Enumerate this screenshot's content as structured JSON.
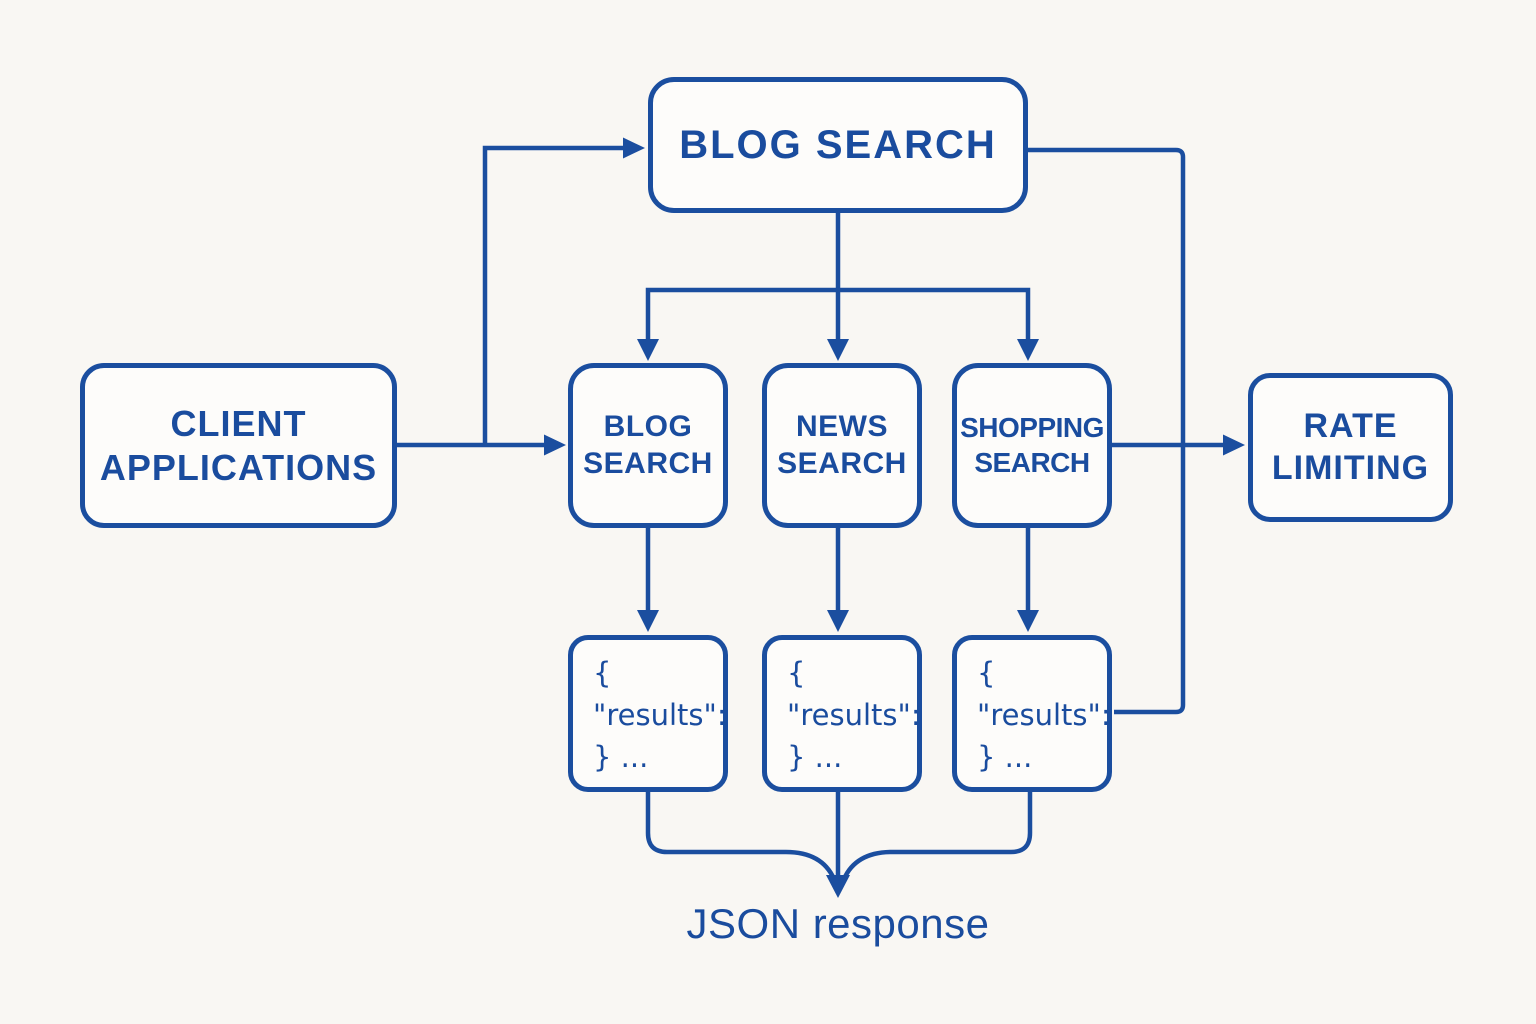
{
  "nodes": {
    "top_blog_search": {
      "label": "BLOG SEARCH"
    },
    "client_applications": {
      "line1": "CLIENT",
      "line2": "APPLICATIONS"
    },
    "blog_search": {
      "line1": "BLOG",
      "line2": "SEARCH"
    },
    "news_search": {
      "line1": "NEWS",
      "line2": "SEARCH"
    },
    "shopping_search": {
      "line1": "SHOPPING",
      "line2": "SEARCH"
    },
    "rate_limiting": {
      "line1": "RATE",
      "line2": "LIMITING"
    },
    "result_blog": {
      "line1": "{",
      "line2": "\"results\":",
      "line3": "} ..."
    },
    "result_news": {
      "line1": "{",
      "line2": "\"results\":",
      "line3": "} ..."
    },
    "result_shopping": {
      "line1": "{",
      "line2": "\"results\":",
      "line3": "} ..."
    }
  },
  "caption": {
    "json_response": "JSON response"
  },
  "colors": {
    "line_color": "#1b4e9f",
    "text_color": "#1a4c9e",
    "background_color": "#f9f7f3",
    "node_fill_color": "#fdfcfa"
  }
}
